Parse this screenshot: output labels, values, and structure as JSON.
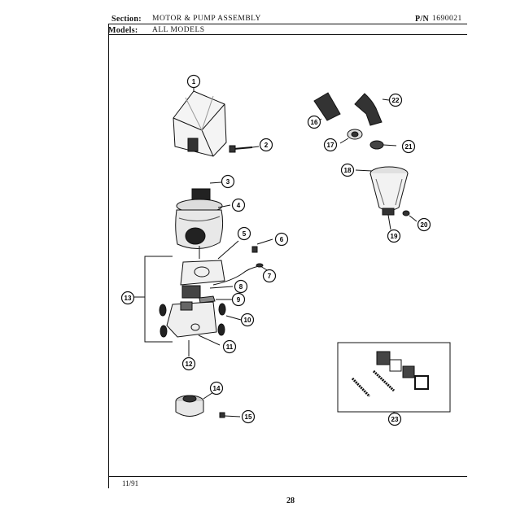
{
  "header": {
    "section_label": "Section:",
    "section_value": "MOTOR & PUMP ASSEMBLY",
    "pn_label": "P/N",
    "pn_value": "1690021",
    "models_label": "Models:",
    "models_value": "ALL MODELS"
  },
  "callouts": [
    "1",
    "2",
    "3",
    "4",
    "5",
    "6",
    "7",
    "8",
    "9",
    "10",
    "11",
    "12",
    "13",
    "14",
    "15",
    "16",
    "17",
    "18",
    "19",
    "20",
    "21",
    "22",
    "23"
  ],
  "footer": {
    "date": "11/91",
    "page_number": "28"
  }
}
